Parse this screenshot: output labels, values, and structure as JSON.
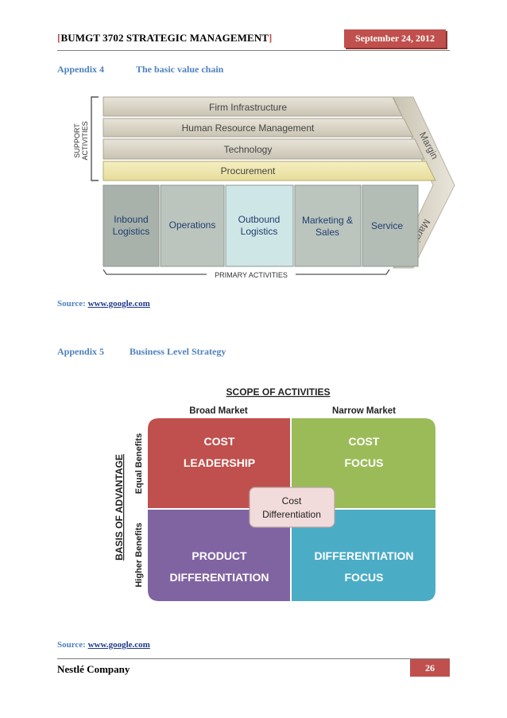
{
  "header": {
    "bracket_open": "[",
    "course": "BUMGT 3702 STRATEGIC MANAGEMENT",
    "bracket_close": "]",
    "date": "September 24, 2012"
  },
  "appendix4": {
    "label": "Appendix 4",
    "title": "The basic value chain",
    "source_label": "Source:",
    "source_link": "www.google.com"
  },
  "value_chain": {
    "support_label_line1": "SUPPORT",
    "support_label_line2": "ACTIVITIES",
    "support": [
      "Firm Infrastructure",
      "Human Resource Management",
      "Technology",
      "Procurement"
    ],
    "primary": [
      {
        "line1": "Inbound",
        "line2": "Logistics"
      },
      {
        "line1": "Operations",
        "line2": ""
      },
      {
        "line1": "Outbound",
        "line2": "Logistics"
      },
      {
        "line1": "Marketing &",
        "line2": "Sales"
      },
      {
        "line1": "Service",
        "line2": ""
      }
    ],
    "primary_label": "PRIMARY ACTIVITIES",
    "margin_top": "Margin",
    "margin_bottom": "Margin"
  },
  "appendix5": {
    "label": "Appendix 5",
    "title": "Business Level Strategy",
    "source_label": "Source:",
    "source_link": "www.google.com"
  },
  "strategy_matrix": {
    "scope_title": "SCOPE OF ACTIVITIES",
    "col_broad": "Broad Market",
    "col_narrow": "Narrow Market",
    "axis_title": "BASIS OF ADVANTAGE",
    "row_equal": "Equal Benefits",
    "row_higher": "Higher Benefits",
    "q1": {
      "line1": "COST",
      "line2": "LEADERSHIP",
      "color": "#c0504d"
    },
    "q2": {
      "line1": "COST",
      "line2": "FOCUS",
      "color": "#9bbb59"
    },
    "q3": {
      "line1": "PRODUCT",
      "line2": "DIFFERENTIATION",
      "color": "#8064a2"
    },
    "q4": {
      "line1": "DIFFERENTIATION",
      "line2": "FOCUS",
      "color": "#4bacc6"
    },
    "center_line1": "Cost",
    "center_line2": "Differentiation"
  },
  "footer": {
    "company": "Nestlé Company",
    "page": "26"
  }
}
